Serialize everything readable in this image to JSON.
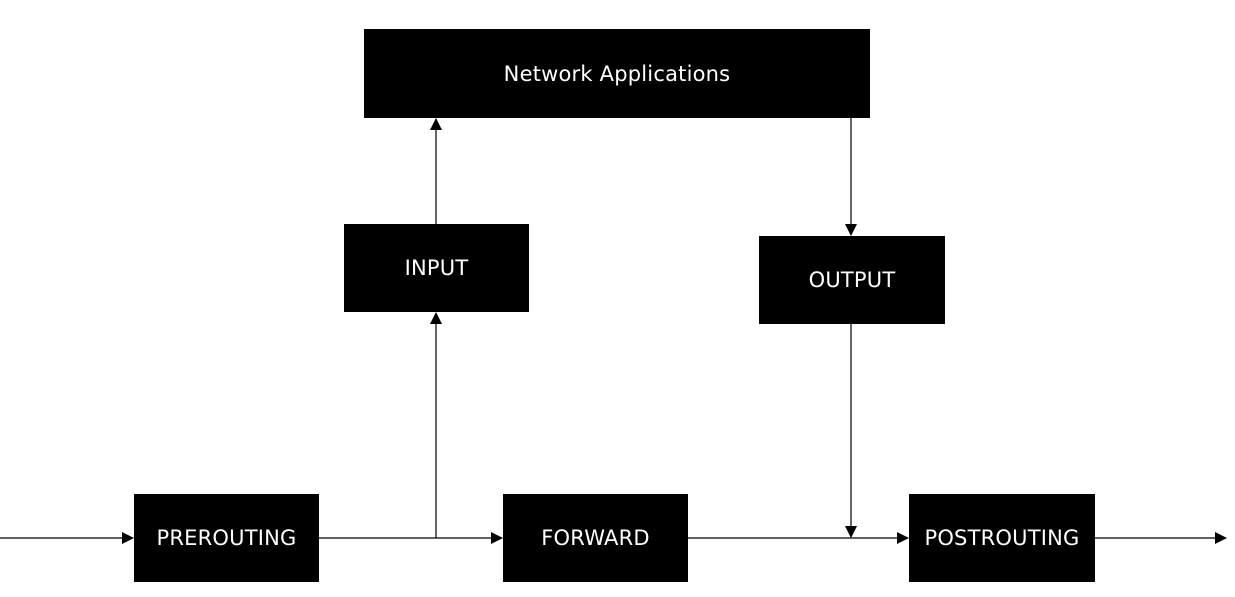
{
  "diagram": {
    "nodes": {
      "network_applications": "Network Applications",
      "input": "INPUT",
      "output": "OUTPUT",
      "prerouting": "PREROUTING",
      "forward": "FORWARD",
      "postrouting": "POSTROUTING"
    },
    "edges": [
      {
        "from": "incoming",
        "to": "prerouting"
      },
      {
        "from": "prerouting",
        "to": "forward"
      },
      {
        "from": "prerouting",
        "to": "input"
      },
      {
        "from": "input",
        "to": "network_applications"
      },
      {
        "from": "network_applications",
        "to": "output"
      },
      {
        "from": "output",
        "to": "postrouting"
      },
      {
        "from": "forward",
        "to": "postrouting"
      },
      {
        "from": "postrouting",
        "to": "outgoing"
      }
    ],
    "colors": {
      "node_fill": "#000000",
      "node_text": "#ffffff",
      "line": "#000000",
      "background": "#ffffff"
    }
  }
}
